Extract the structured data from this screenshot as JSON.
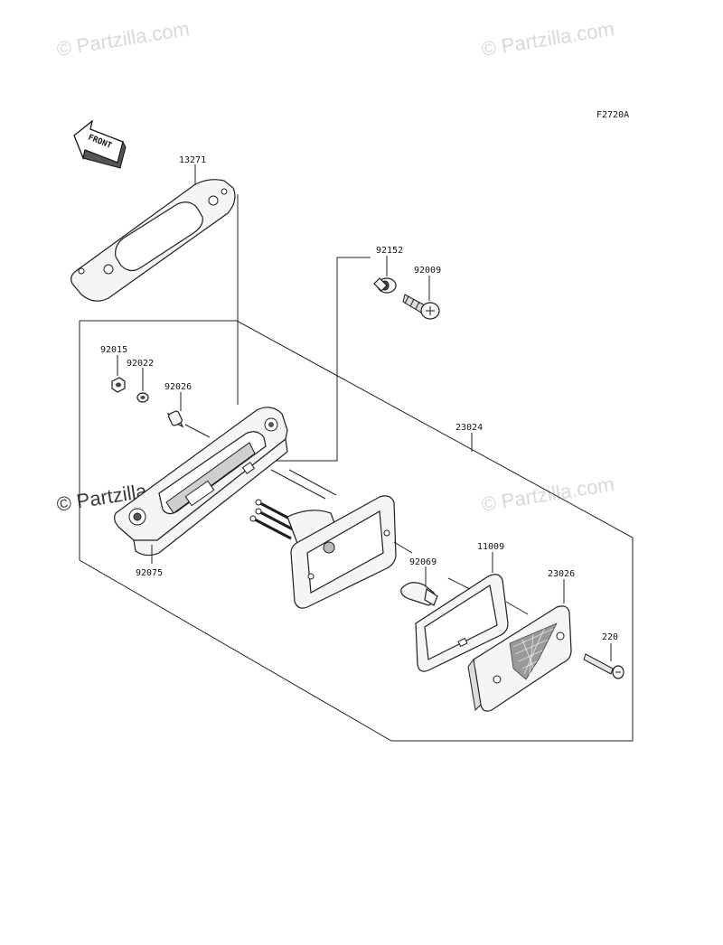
{
  "diagram": {
    "code": "F2720A",
    "front_label": "FRONT",
    "parts": {
      "p13271": "13271",
      "p92152": "92152",
      "p92009": "92009",
      "p92015": "92015",
      "p92022": "92022",
      "p92026": "92026",
      "p23024": "23024",
      "p92075": "92075",
      "p92069": "92069",
      "p11009": "11009",
      "p23026": "23026",
      "p220": "220"
    }
  },
  "watermarks": {
    "top_left": "© Partzilla.com",
    "top_right": "© Partzilla.com",
    "middle_left": "© Partzilla.com",
    "middle_right": "© Partzilla.com"
  },
  "colors": {
    "line": "#222222",
    "watermark_light": "#d9d9d9",
    "watermark_dark": "#3a3a3a"
  }
}
